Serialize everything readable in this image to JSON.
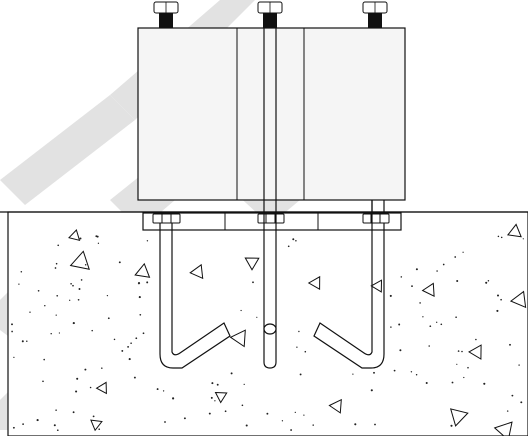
{
  "drawing": {
    "subject": "",
    "colors": {
      "line": "#111111",
      "fill_block": "#f3f3f3",
      "fill_concrete": "#f7f7f7",
      "watermark": "#d4d4d4",
      "background": "#ffffff"
    },
    "components": [
      {
        "id": "equipment-block",
        "icon": "rectangle-block"
      },
      {
        "id": "base-plate",
        "icon": "plate"
      },
      {
        "id": "anchor-bolts",
        "icon": "bolt",
        "count": 3
      },
      {
        "id": "concrete-foundation",
        "icon": "hatch-stipple"
      },
      {
        "id": "watermark",
        "icon": "diagonal-strokes"
      }
    ]
  }
}
